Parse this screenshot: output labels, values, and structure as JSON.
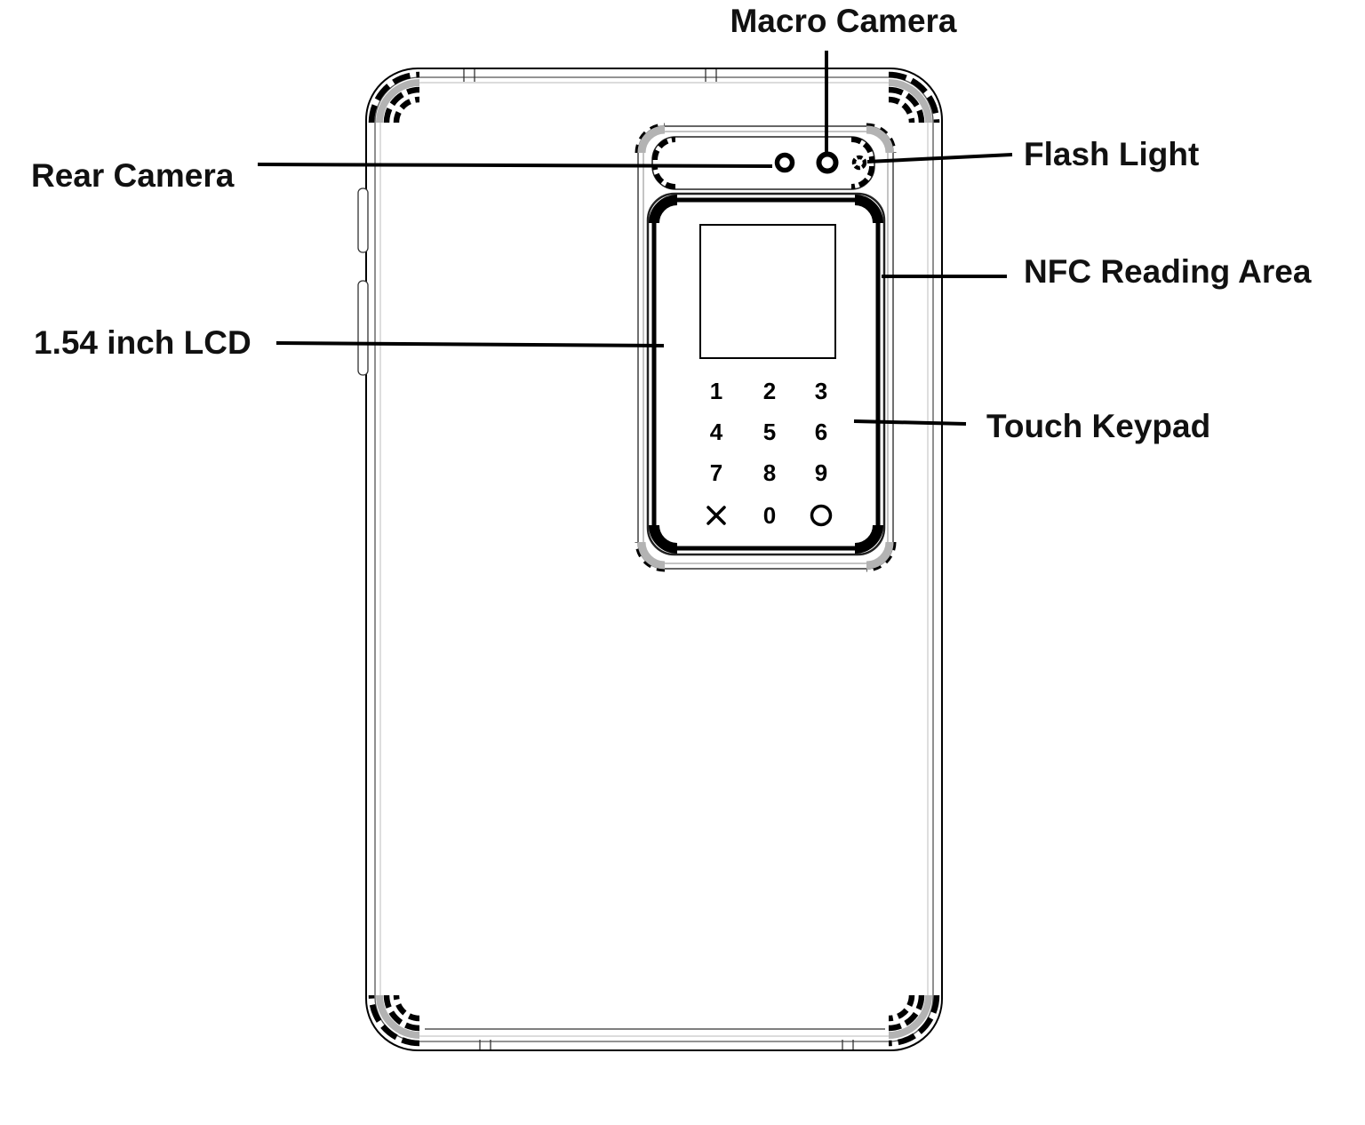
{
  "diagram": {
    "type": "device-back-view",
    "subject": "Rugged smartphone back panel with camera module, LCD and touch keypad"
  },
  "callouts": {
    "macro_camera": "Macro Camera",
    "rear_camera": "Rear Camera",
    "flash_light": "Flash Light",
    "nfc_reading_area": "NFC Reading Area",
    "lcd": "1.54 inch LCD",
    "touch_keypad": "Touch Keypad"
  },
  "keypad": {
    "rows": [
      [
        "1",
        "2",
        "3"
      ],
      [
        "4",
        "5",
        "6"
      ],
      [
        "7",
        "8",
        "9"
      ],
      [
        "✕",
        "0",
        "○"
      ]
    ]
  },
  "colors": {
    "line": "#000000",
    "bumper_gray": "#b3b3b3",
    "background": "#ffffff"
  }
}
